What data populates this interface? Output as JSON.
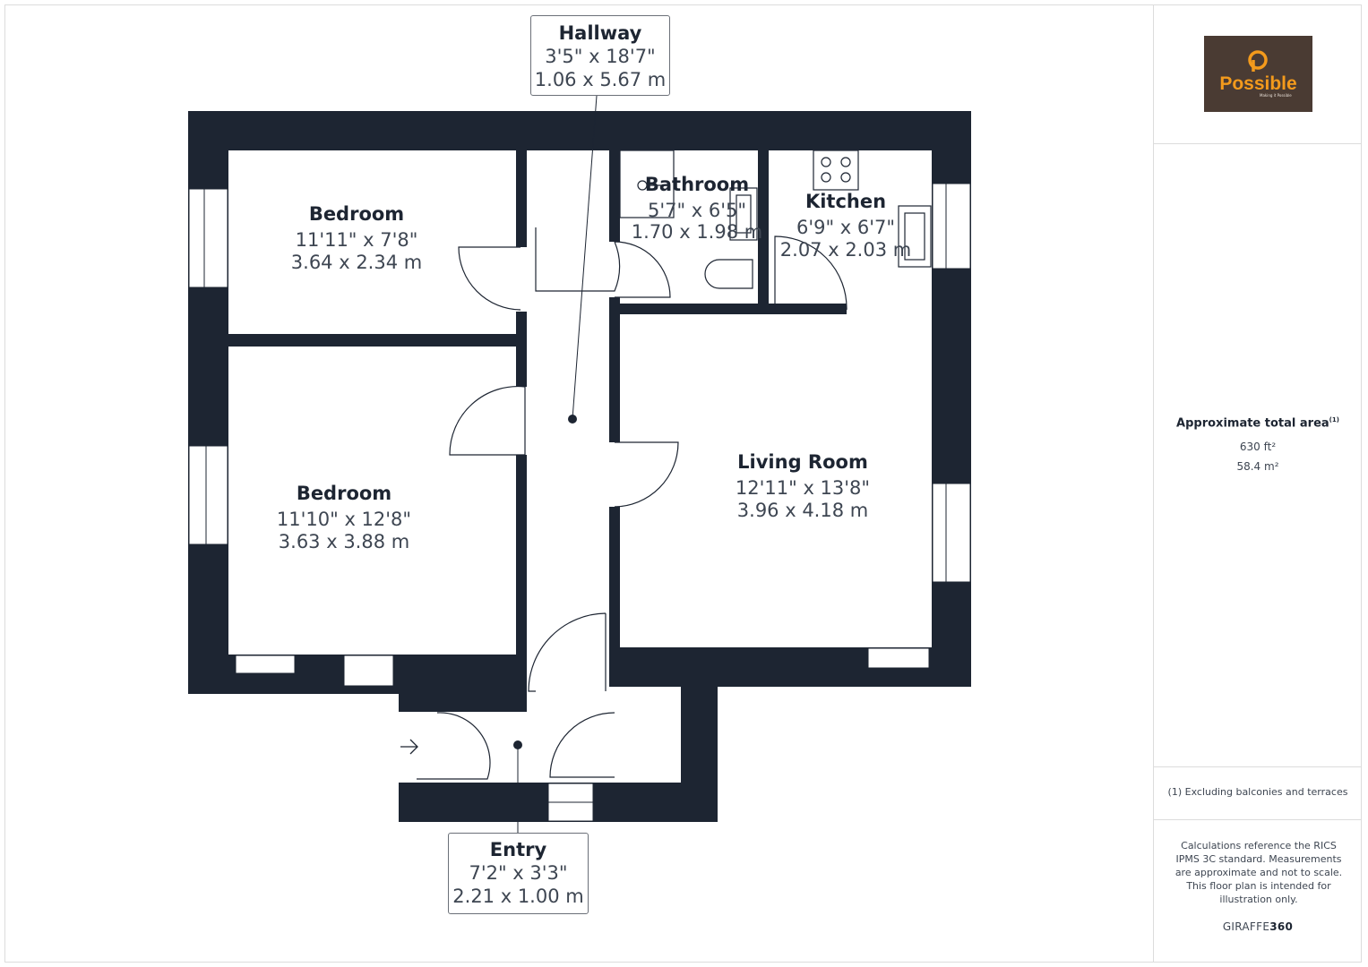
{
  "rooms": {
    "bedroom1": {
      "name": "Bedroom",
      "imperial": "11'11\" x 7'8\"",
      "metric": "3.64 x 2.34 m"
    },
    "bedroom2": {
      "name": "Bedroom",
      "imperial": "11'10\" x 12'8\"",
      "metric": "3.63 x 3.88 m"
    },
    "bathroom": {
      "name": "Bathroom",
      "imperial": "5'7\" x 6'5\"",
      "metric": "1.70 x 1.98 m"
    },
    "kitchen": {
      "name": "Kitchen",
      "imperial": "6'9\" x 6'7\"",
      "metric": "2.07 x 2.03 m"
    },
    "living": {
      "name": "Living Room",
      "imperial": "12'11\" x 13'8\"",
      "metric": "3.96 x 4.18 m"
    }
  },
  "callouts": {
    "hallway": {
      "name": "Hallway",
      "imperial": "3'5\" x 18'7\"",
      "metric": "1.06 x 5.67 m"
    },
    "entry": {
      "name": "Entry",
      "imperial": "7'2\" x 3'3\"",
      "metric": "2.21 x 1.00 m"
    }
  },
  "sidebar": {
    "logo_text": "Possible",
    "logo_tagline": "Making it Possible",
    "area_title": "Approximate total area",
    "area_note_marker": "(1)",
    "area_ft": "630 ft²",
    "area_m": "58.4 m²",
    "footnote": "(1) Excluding balconies and terraces",
    "disclaimer": "Calculations reference the RICS IPMS 3C standard. Measurements are approximate and not to scale. This floor plan is intended for illustration only.",
    "brand_light": "GIRAFFE",
    "brand_bold": "360"
  },
  "colors": {
    "wall": "#1d2532",
    "logo_bg": "#4a3b33",
    "logo_accent": "#f39a1c"
  }
}
